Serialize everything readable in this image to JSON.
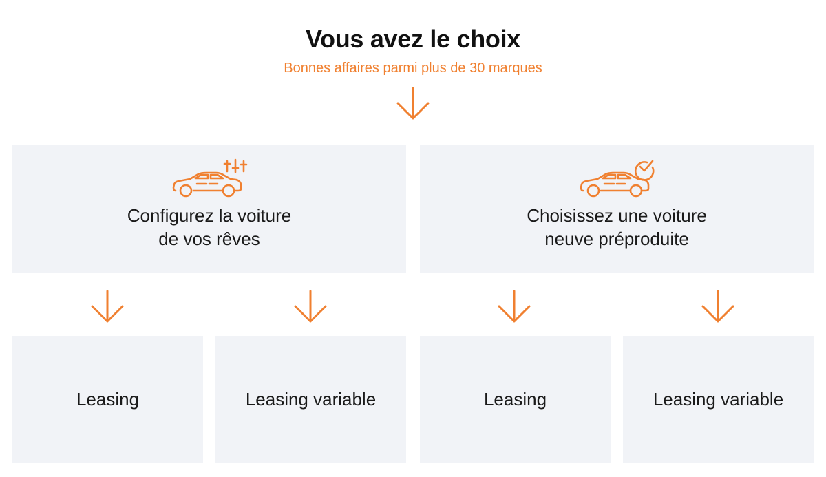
{
  "header": {
    "title": "Vous avez le choix",
    "subtitle": "Bonnes affaires parmi plus de 30 marques"
  },
  "options": [
    {
      "line1": "Configurez la voiture",
      "line2": "de vos rêves",
      "icon": "car-configure-icon",
      "children": [
        "Leasing",
        "Leasing variable"
      ]
    },
    {
      "line1": "Choisissez une voiture",
      "line2": "neuve préproduite",
      "icon": "car-check-icon",
      "children": [
        "Leasing",
        "Leasing variable"
      ]
    }
  ],
  "colors": {
    "accent": "#f08030",
    "box_bg": "#f1f3f7",
    "text": "#1a1a1a"
  }
}
